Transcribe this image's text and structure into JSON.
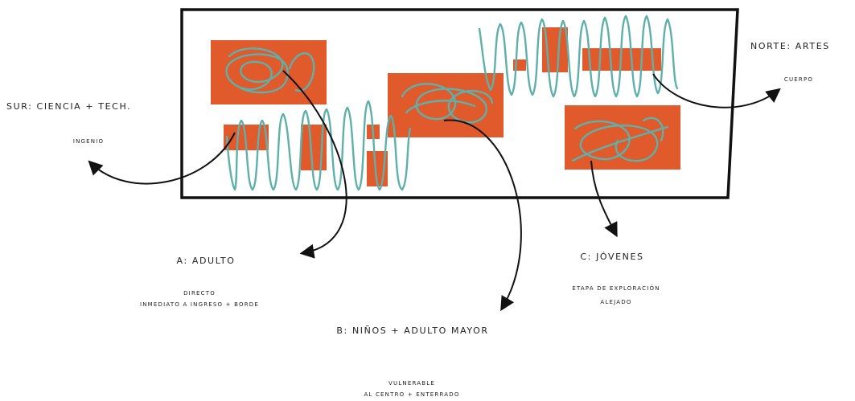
{
  "labels": {
    "sur": {
      "title": "SUR: CIENCIA + TECH.",
      "sub": "INGENIO"
    },
    "norte": {
      "title": "NORTE: ARTES",
      "sub": "CUERPO"
    },
    "a": {
      "title": "A: ADULTO",
      "line1": "DIRECTO",
      "line2": "INMEDIATO A INGRESO + BORDE"
    },
    "b": {
      "title": "B: NIÑOS + ADULTO MAYOR",
      "line1": "VULNERABLE",
      "line2": "AL CENTRO + ENTERRADO"
    },
    "c": {
      "title": "C: JÓVENES",
      "line1": "ETAPA DE EXPLORACIÓN",
      "line2": "ALEJADO"
    }
  },
  "colors": {
    "block": "#e05a2b",
    "scribble": "#5fb0aa",
    "outline": "#111111",
    "arrow": "#111111"
  }
}
